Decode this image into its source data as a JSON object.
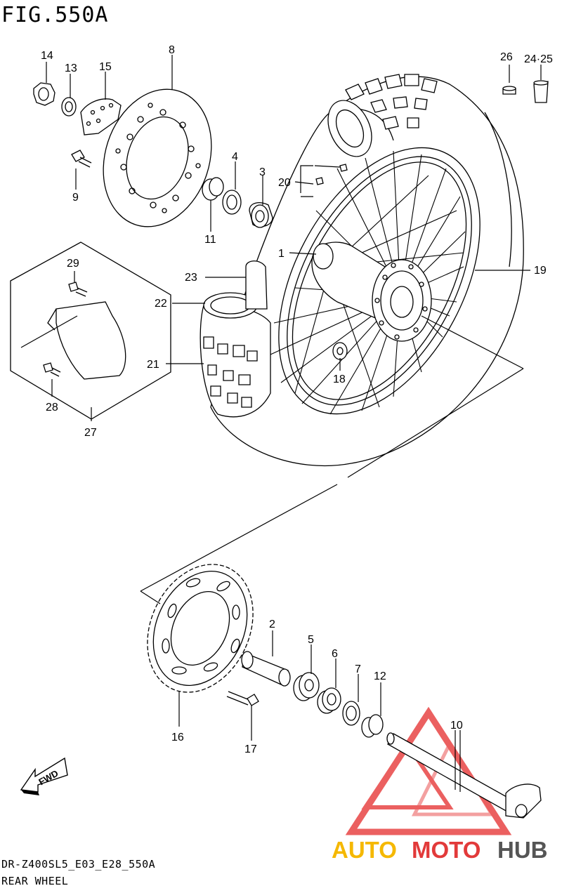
{
  "figure": {
    "title": "FIG.550A"
  },
  "footer": {
    "model_code": "DR-Z400SL5_E03_E28_550A",
    "section_name": "REAR WHEEL"
  },
  "fwd_badge": "FWD",
  "watermark": {
    "part1": "AUTO",
    "part2": "MOTO",
    "part3": "HUB",
    "colors": {
      "auto": "#f5b800",
      "moto": "#e23a3a",
      "hub": "#555555",
      "triangle": "#e84545"
    }
  },
  "callouts": {
    "c1": "1",
    "c2": "2",
    "c3": "3",
    "c4": "4",
    "c5": "5",
    "c6": "6",
    "c7": "7",
    "c8": "8",
    "c9": "9",
    "c10": "10",
    "c11": "11",
    "c12": "12",
    "c13": "13",
    "c14": "14",
    "c15": "15",
    "c16": "16",
    "c17": "17",
    "c18": "18",
    "c19": "19",
    "c20": "20",
    "c21": "21",
    "c22": "22",
    "c23": "23",
    "c24_25": "24·25",
    "c26": "26",
    "c27": "27",
    "c28": "28",
    "c29": "29"
  }
}
